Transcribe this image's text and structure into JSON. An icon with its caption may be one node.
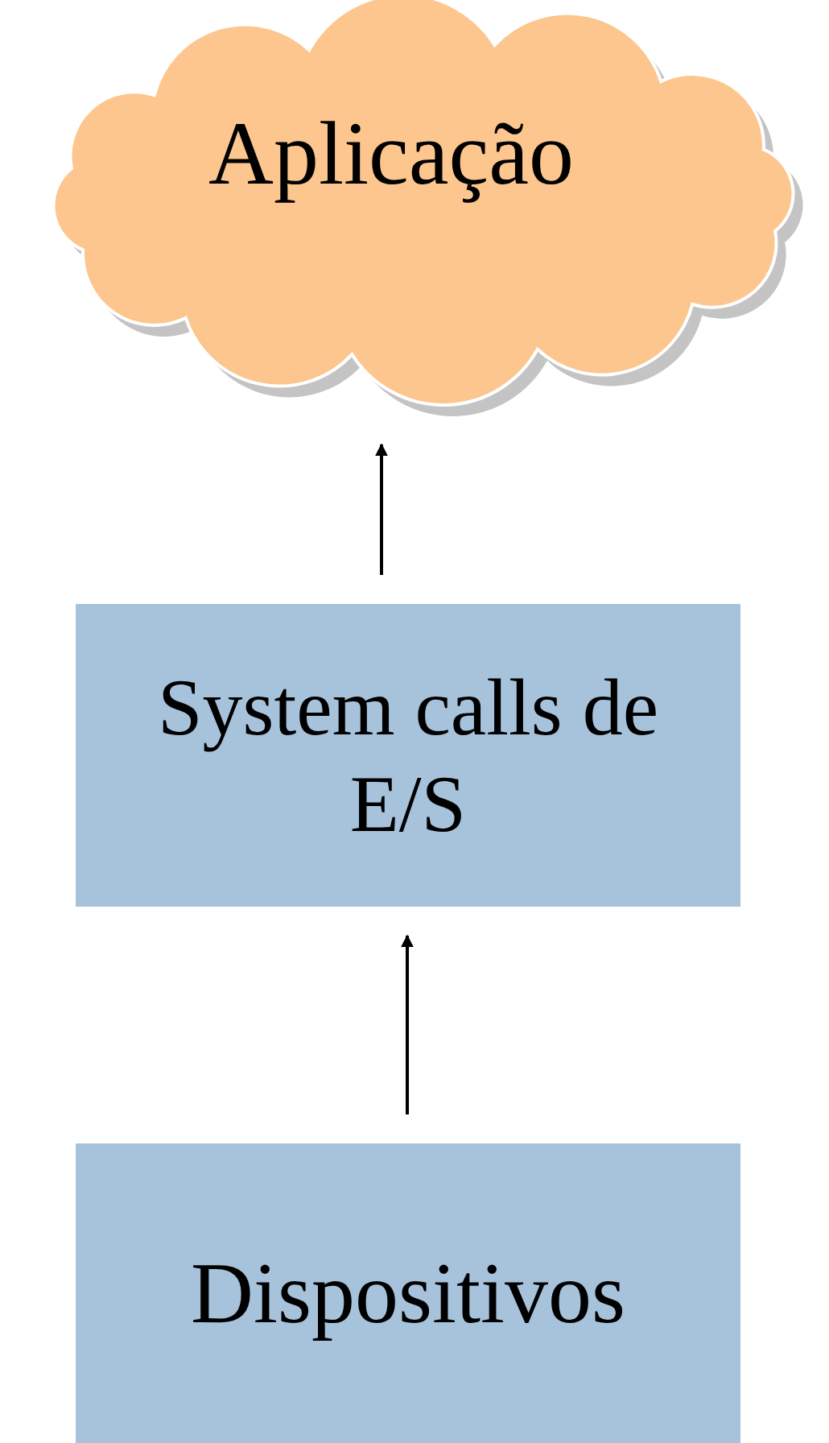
{
  "diagram": {
    "nodes": [
      {
        "text": [
          "Aplicação"
        ]
      },
      {
        "text": [
          "System calls de E/S"
        ]
      },
      {
        "text": [
          "Dispositivos"
        ]
      }
    ],
    "edges": [
      {
        "from": 1,
        "to": 0,
        "arrow": "to"
      },
      {
        "from": 2,
        "to": 1,
        "arrow": "to"
      }
    ]
  }
}
